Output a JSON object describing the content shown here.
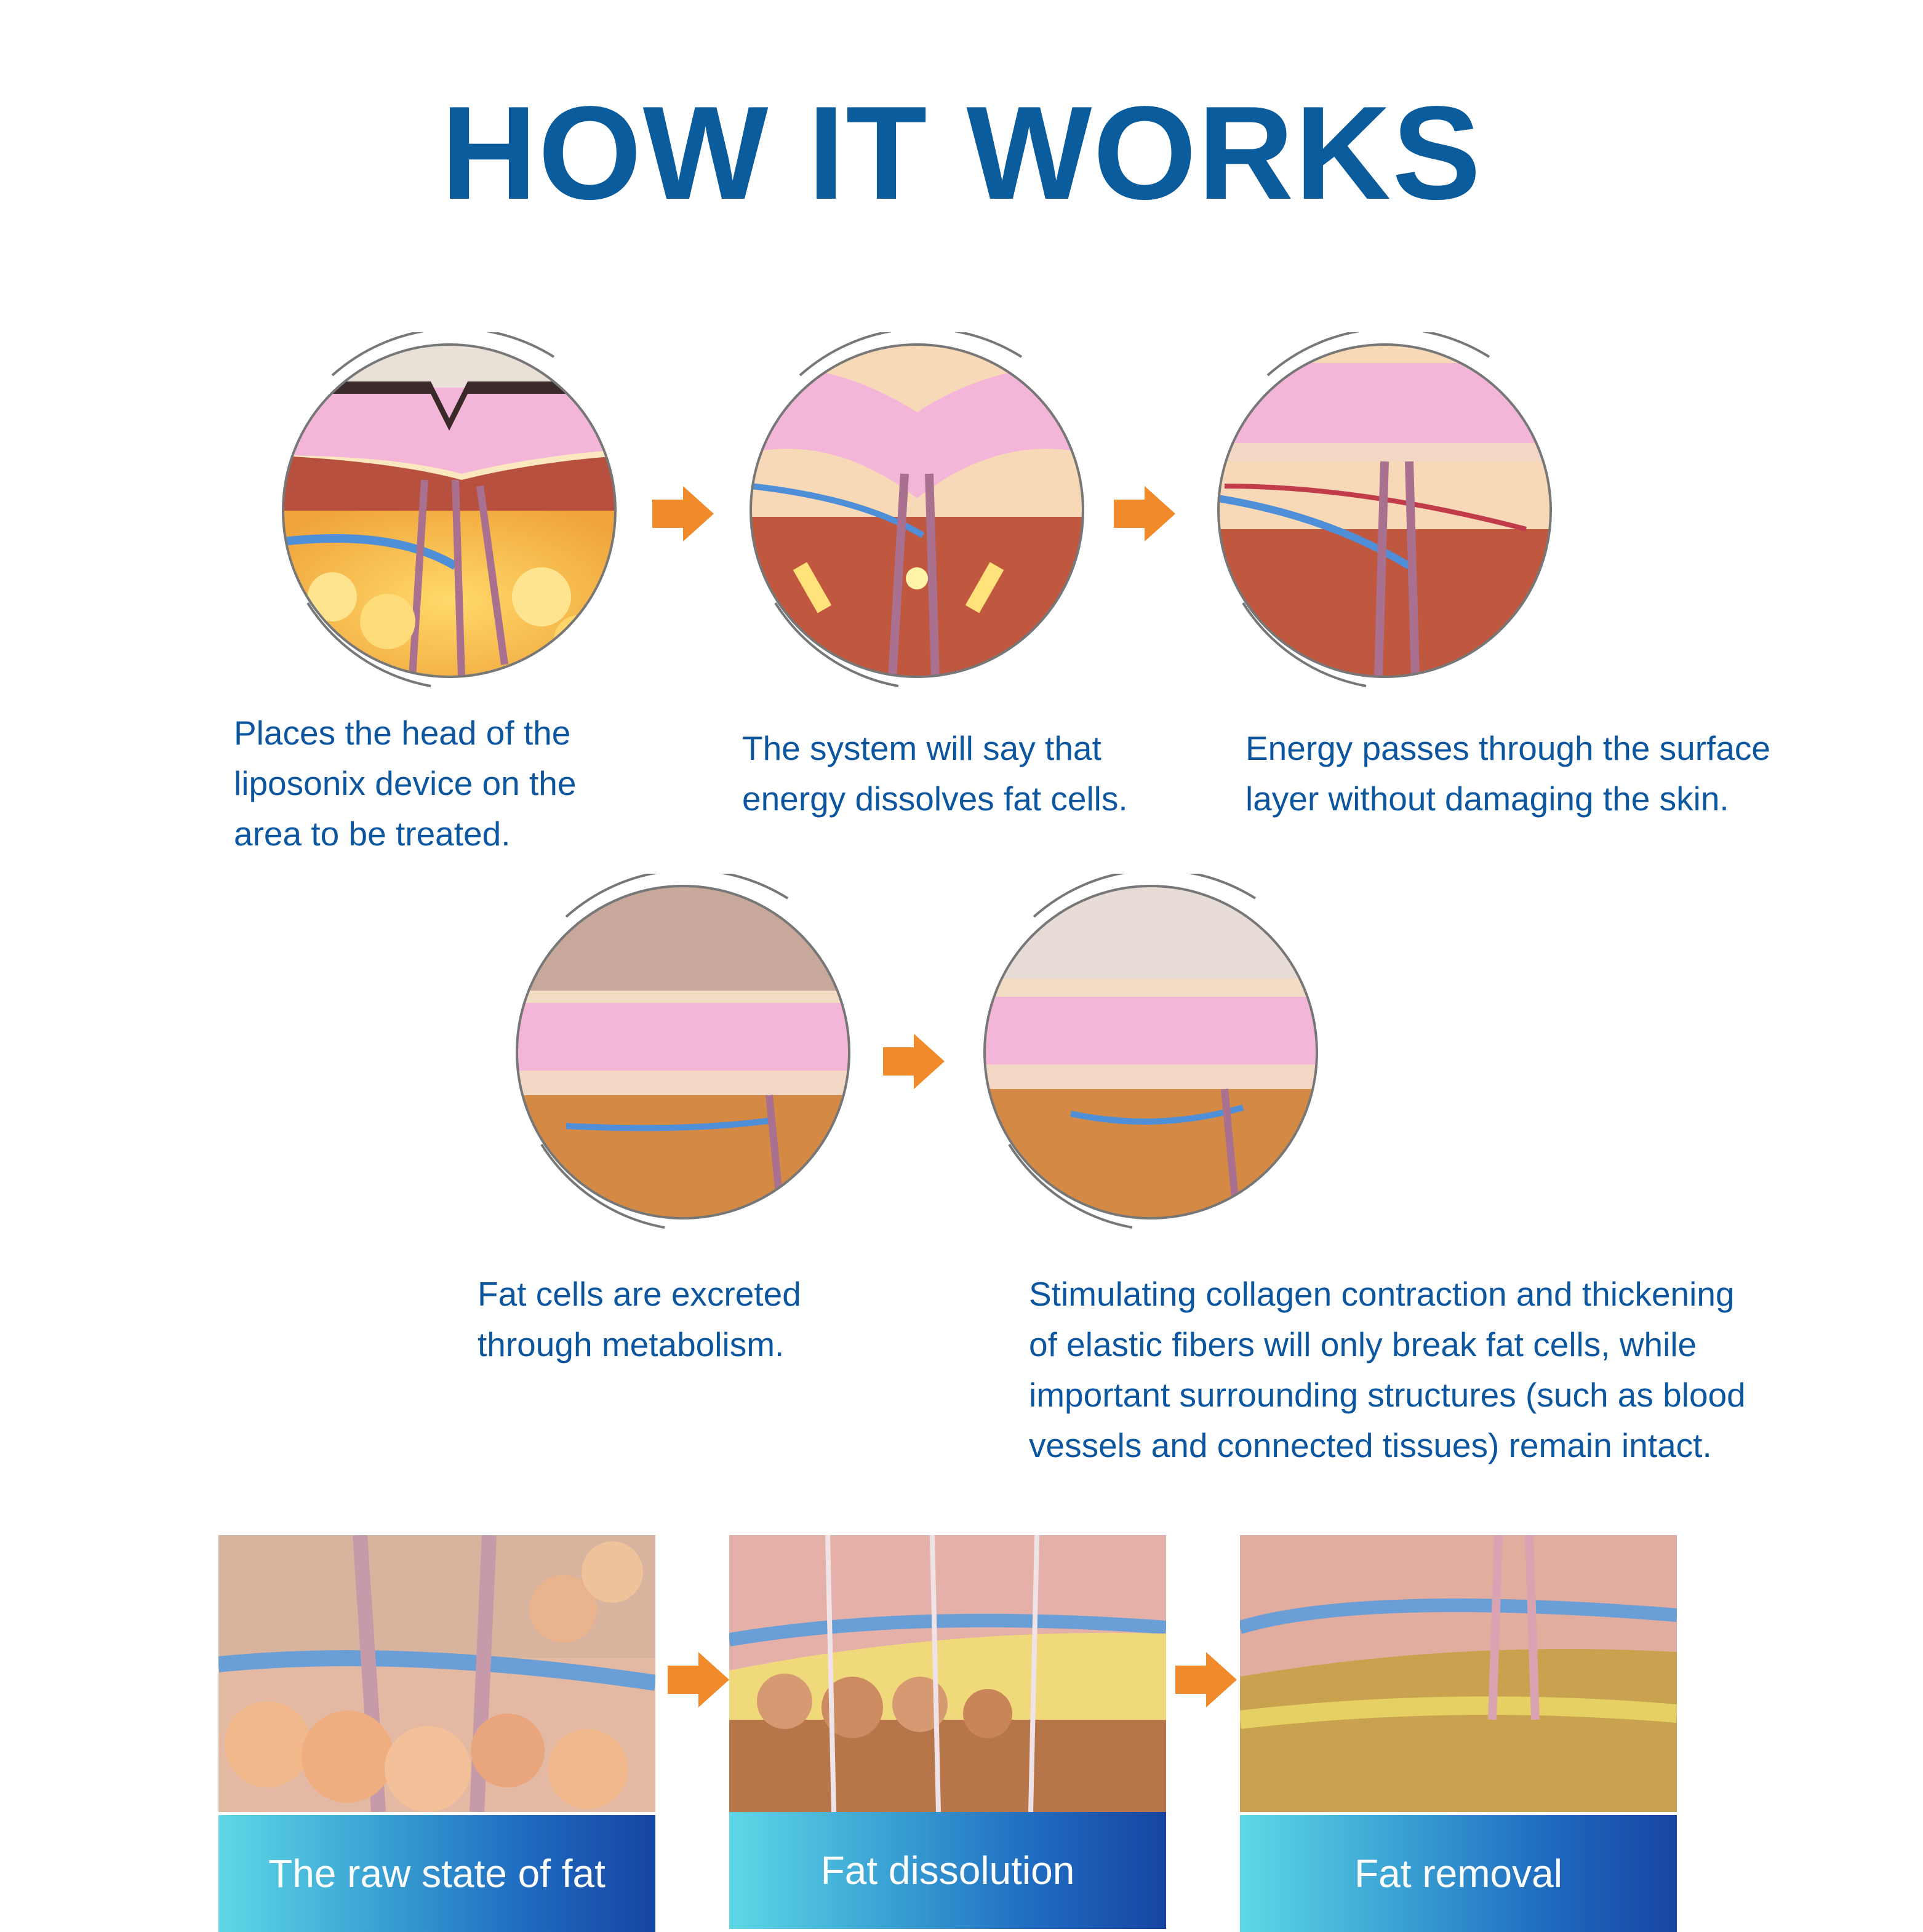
{
  "title": "HOW IT WORKS",
  "colors": {
    "title": "#0b5c9c",
    "caption": "#0c56a0",
    "arrow": "#f08a2a",
    "label_gradient_start": "#5ed8e6",
    "label_gradient_end": "#1744a3"
  },
  "steps": [
    {
      "lines": [
        "Places the head of the",
        "liposonix device on the",
        "area to be treated."
      ]
    },
    {
      "lines": [
        "The system will say that",
        "energy dissolves fat cells."
      ]
    },
    {
      "lines": [
        "Energy passes through the surface",
        "layer without damaging the skin."
      ]
    },
    {
      "lines": [
        "Fat cells are excreted",
        "through metabolism."
      ]
    },
    {
      "lines": [
        "Stimulating collagen contraction and thickening",
        "of elastic fibers will only break fat cells, while",
        "important surrounding structures (such as blood",
        "vessels and connected tissues) remain intact."
      ]
    }
  ],
  "stages": [
    {
      "label": "The raw state of fat"
    },
    {
      "label": "Fat dissolution"
    },
    {
      "label": "Fat removal"
    }
  ]
}
